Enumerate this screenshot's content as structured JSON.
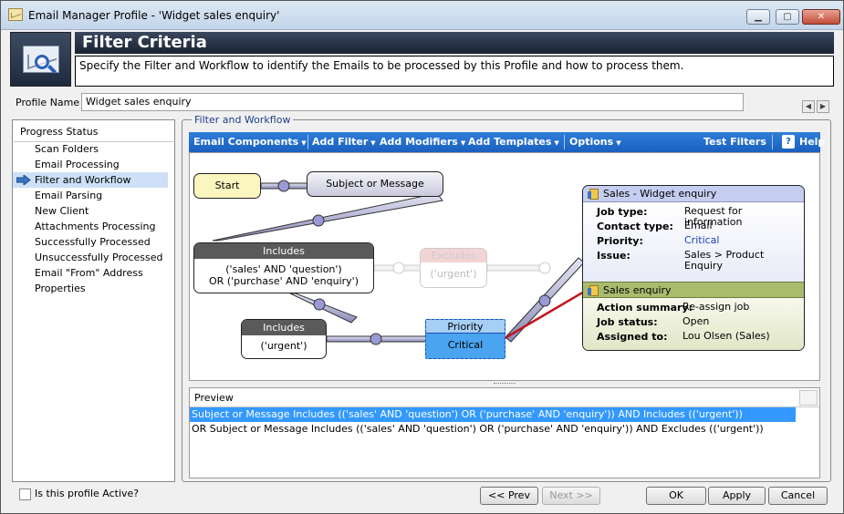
{
  "window": {
    "title": "Email Manager Profile - 'Widget sales enquiry'",
    "min_label": "▁",
    "max_label": "▢",
    "close_label": "✕"
  },
  "header": {
    "title": "Filter Criteria",
    "description": "Specify the Filter and Workflow to identify the Emails to be processed by this Profile and how to process them."
  },
  "profile": {
    "label": "Profile Name",
    "value": "Widget sales enquiry"
  },
  "progress": {
    "title": "Progress Status",
    "items": [
      "Scan Folders",
      "Email Processing",
      "Filter and Workflow",
      "Email Parsing",
      "New Client",
      "Attachments Processing",
      "Successfully Processed",
      "Unsuccessfully Processed",
      "Email \"From\" Address",
      "Properties"
    ],
    "active_index": 2
  },
  "active_checkbox": {
    "label": "Is this profile Active?",
    "checked": false
  },
  "workflow": {
    "group_label": "Filter and Workflow",
    "toolbar": {
      "email_components": "Email Components",
      "add_filter": "Add Filter",
      "add_modifiers": "Add Modifiers",
      "add_templates": "Add Templates",
      "options": "Options",
      "test_filters": "Test Filters",
      "help": "Help",
      "help_icon": "?"
    },
    "nodes": {
      "start": "Start",
      "subject": "Subject or Message",
      "includes1_header": "Includes",
      "includes1_line1": "('sales' AND 'question')",
      "includes1_line2": "OR ('purchase' AND 'enquiry')",
      "excludes_header": "Excludes",
      "excludes_body": "('urgent')",
      "includes2_header": "Includes",
      "includes2_body": "('urgent')",
      "priority_header": "Priority",
      "priority_body": "Critical"
    },
    "panel": {
      "header1": "Sales - Widget enquiry",
      "rows1": [
        {
          "key": "Job type:",
          "value": "Request for information"
        },
        {
          "key": "Contact type:",
          "value": "Email"
        },
        {
          "key": "Priority:",
          "value": "Critical"
        },
        {
          "key": "Issue:",
          "value": "Sales > Product Enquiry"
        }
      ],
      "header2": "Sales enquiry",
      "rows2": [
        {
          "key": "Action summary:",
          "value": "Re-assign job"
        },
        {
          "key": "Job status:",
          "value": "Open"
        },
        {
          "key": "Assigned to:",
          "value": "Lou Olsen (Sales)"
        }
      ]
    }
  },
  "preview": {
    "title": "Preview",
    "rows": [
      "Subject or Message Includes (('sales' AND 'question') OR ('purchase' AND 'enquiry')) AND Includes (('urgent'))",
      "OR Subject or Message Includes (('sales' AND 'question') OR ('purchase' AND 'enquiry')) AND Excludes (('urgent'))"
    ]
  },
  "buttons": {
    "prev": "<< Prev",
    "next": "Next >>",
    "ok": "OK",
    "apply": "Apply",
    "cancel": "Cancel"
  },
  "colors": {
    "toolbar": "#1a5fbf",
    "selection": "#3399ff",
    "arrow": "#c0141e",
    "panel_top": "#c5cdf0",
    "panel_bottom": "#a9bc6e"
  }
}
